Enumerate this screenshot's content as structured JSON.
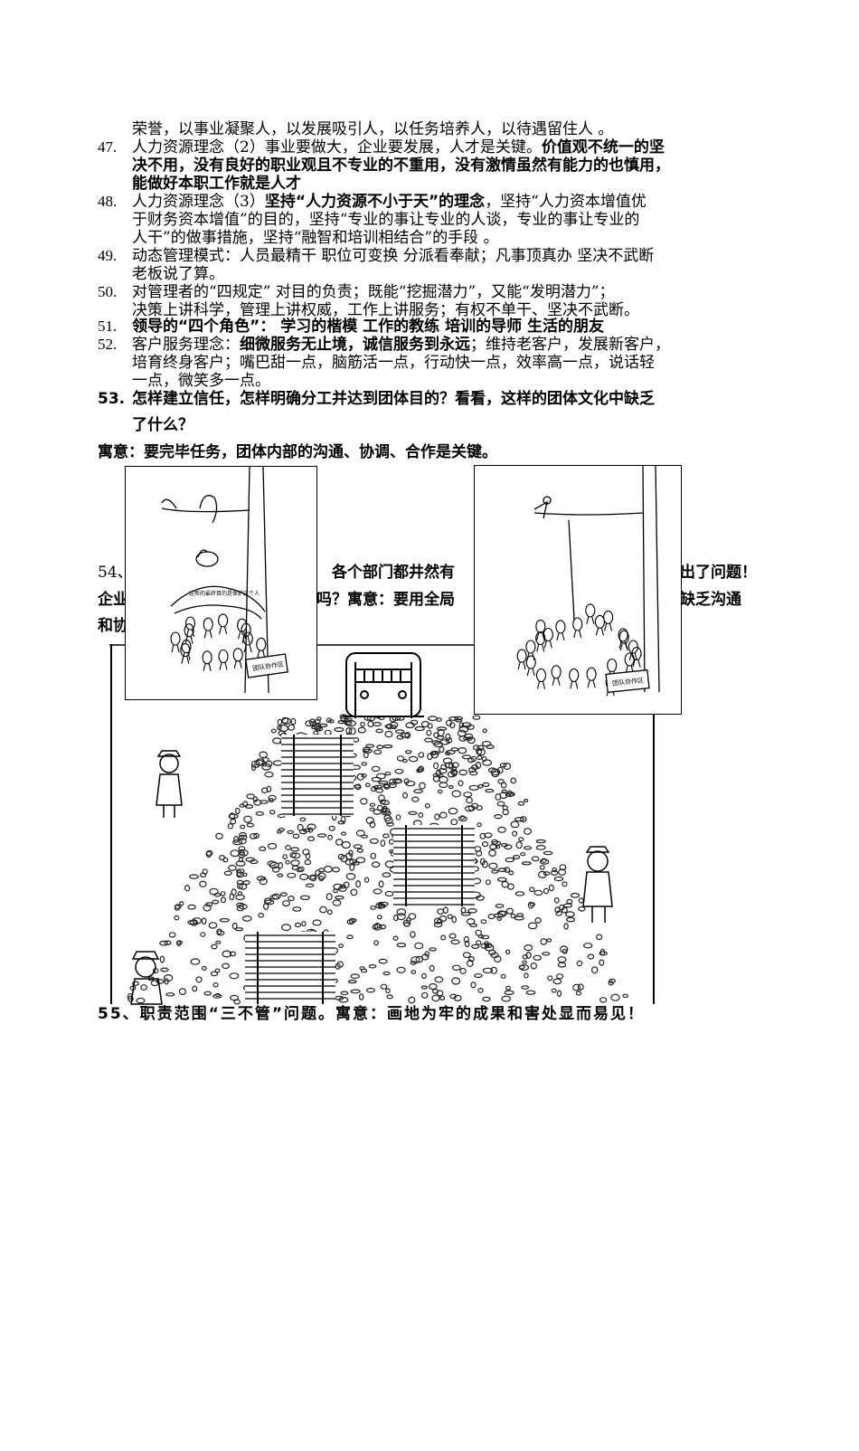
{
  "intro_line": "荣誉，以事业凝聚人，以发展吸引人，以任务培养人，以待遇留住人 。",
  "items": [
    {
      "num": "47.",
      "lines": [
        {
          "parts": [
            {
              "t": "人力资源理念（2）事业要做大，企业要发展，人才是关键。",
              "b": false
            },
            {
              "t": "价值观不统一的坚",
              "b": true
            }
          ]
        },
        {
          "parts": [
            {
              "t": "决不用，没有良好的职业观且不专业的不重用，没有激情虽然有能力的也慎用，",
              "b": true
            }
          ]
        },
        {
          "parts": [
            {
              "t": "能做好本职工作就是人才",
              "b": true
            }
          ]
        }
      ]
    },
    {
      "num": "48.",
      "lines": [
        {
          "parts": [
            {
              "t": "人力资源理念（3）",
              "b": false
            },
            {
              "t": "坚持“人力资源不小于天”的理念",
              "b": true
            },
            {
              "t": "，坚持“人力资本增值优",
              "b": false
            }
          ]
        },
        {
          "parts": [
            {
              "t": "于财务资本增值”的目的，坚持“专业的事让专业的人谈，专业的事让专业的",
              "b": false
            }
          ]
        },
        {
          "parts": [
            {
              "t": "人干”的做事措施，坚持“融智和培训相结合”的手段 。",
              "b": false
            }
          ]
        }
      ]
    },
    {
      "num": "49.",
      "lines": [
        {
          "parts": [
            {
              "t": "动态管理模式：人员最精干 职位可变换 分派看奉献；凡事顶真办 坚决不武断",
              "b": false
            }
          ]
        },
        {
          "parts": [
            {
              "t": "老板说了算。",
              "b": false
            }
          ]
        }
      ]
    },
    {
      "num": "50.",
      "lines": [
        {
          "parts": [
            {
              "t": "对管理者的“四规定” 对目的负责；既能“挖掘潜力”，又能“发明潜力”；",
              "b": false
            }
          ]
        },
        {
          "parts": [
            {
              "t": "决策上讲科学，管理上讲权威，工作上讲服务；有权不单干、坚决不武断。",
              "b": false
            }
          ]
        }
      ]
    },
    {
      "num": "51.",
      "lines": [
        {
          "parts": [
            {
              "t": "领导的“四个角色”： 学习的楷模 工作的教练 培训的导师 生活的朋友",
              "b": true
            }
          ]
        }
      ]
    },
    {
      "num": "52.",
      "lines": [
        {
          "parts": [
            {
              "t": "客户服务理念：",
              "b": false
            },
            {
              "t": "细微服务无止境，诚信服务到永远",
              "b": true
            },
            {
              "t": "；维持老客户，发展新客户，",
              "b": false
            }
          ]
        },
        {
          "parts": [
            {
              "t": "培育终身客户；嘴巴甜一点，脑筋活一点，行动快一点，效率高一点，说话轻",
              "b": false
            }
          ]
        },
        {
          "parts": [
            {
              "t": "一点，微笑多一点。",
              "b": false
            }
          ]
        }
      ]
    }
  ],
  "item53": {
    "num": "53.",
    "line1": "怎样建立信任，怎样明确分工并达到团体目的？看看，这样的团体文化中缺乏",
    "line2": "了什么？"
  },
  "moral53": "寓意：要完毕任务，团体内部的沟通、协调、合作是关键。",
  "item54": {
    "prefix": "54、",
    "mid": "各个部门都井然有",
    "suffix": "出了问题！",
    "line2_left": "企业",
    "line2_mid": "吗？寓意：要用全局",
    "line2_right": "缺乏沟通",
    "line3_left": "和协"
  },
  "cartoon_left_text": "这帮的最终目的是保护这个人",
  "cartoon_sign": "团队协作区",
  "item55": "55、职责范围“三不管”问题。寓意：画地为牢的成果和害处显而易见！"
}
